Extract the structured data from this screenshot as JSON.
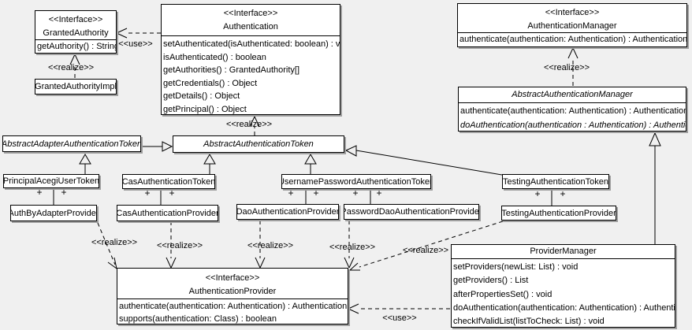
{
  "edge_labels": {
    "use": "<<use>>",
    "realize": "<<realize>>",
    "plus": "+"
  },
  "colors": {
    "background": "#f0f0f0",
    "box_fill": "#ffffff",
    "line": "#000000",
    "shadow": "#9f9f9f"
  },
  "classes": {
    "granted_authority": {
      "stereotype": "<<Interface>>",
      "name": "GrantedAuthority",
      "methods": [
        "getAuthority() : String"
      ]
    },
    "granted_authority_impl": {
      "name": "GrantedAuthorityImpl"
    },
    "authentication": {
      "stereotype": "<<Interface>>",
      "name": "Authentication",
      "methods": [
        "setAuthenticated(isAuthenticated: boolean) : void",
        "isAuthenticated() : boolean",
        "getAuthorities() : GrantedAuthority[]",
        "getCredentials() : Object",
        "getDetails() : Object",
        "getPrincipal() : Object"
      ]
    },
    "authentication_manager": {
      "stereotype": "<<Interface>>",
      "name": "AuthenticationManager",
      "methods": [
        "authenticate(authentication: Authentication) : Authentication"
      ]
    },
    "abstract_authentication_manager": {
      "name": "AbstractAuthenticationManager",
      "methods": [
        "authenticate(authentication: Authentication) : Authentication",
        "doAuthentication(authentication : Authentication) : Authentication"
      ]
    },
    "abstract_adapter_authentication_token": {
      "name": "AbstractAdapterAuthenticationToken"
    },
    "abstract_authentication_token": {
      "name": "AbstractAuthenticationToken"
    },
    "principal_acegi_user_token": {
      "name": "PrincipalAcegiUserToken"
    },
    "cas_authentication_token": {
      "name": "CasAuthenticationToken"
    },
    "username_password_authentication_token": {
      "name": "UsernamePasswordAuthenticationToken"
    },
    "testing_authentication_token": {
      "name": "TestingAuthenticationToken"
    },
    "auth_by_adapter_provider": {
      "name": "AuthByAdapterProvider"
    },
    "cas_authentication_provider": {
      "name": "CasAuthenticationProvider"
    },
    "dao_authentication_provider": {
      "name": "DaoAuthenticationProvider"
    },
    "password_dao_authentication_provider": {
      "name": "PasswordDaoAuthenticationProvider"
    },
    "testing_authentication_provider": {
      "name": "TestingAuthenticationProvider"
    },
    "authentication_provider": {
      "stereotype": "<<Interface>>",
      "name": "AuthenticationProvider",
      "methods": [
        "authenticate(authentication: Authentication) : Authentication",
        "supports(authentication: Class) : boolean"
      ]
    },
    "provider_manager": {
      "name": "ProviderManager",
      "methods": [
        "setProviders(newList: List) : void",
        "getProviders() : List",
        "afterPropertiesSet() : void",
        "doAuthentication(authentication: Authentication) : Authentication",
        "checkIfValidList(listToCheck: List) : void"
      ]
    }
  }
}
